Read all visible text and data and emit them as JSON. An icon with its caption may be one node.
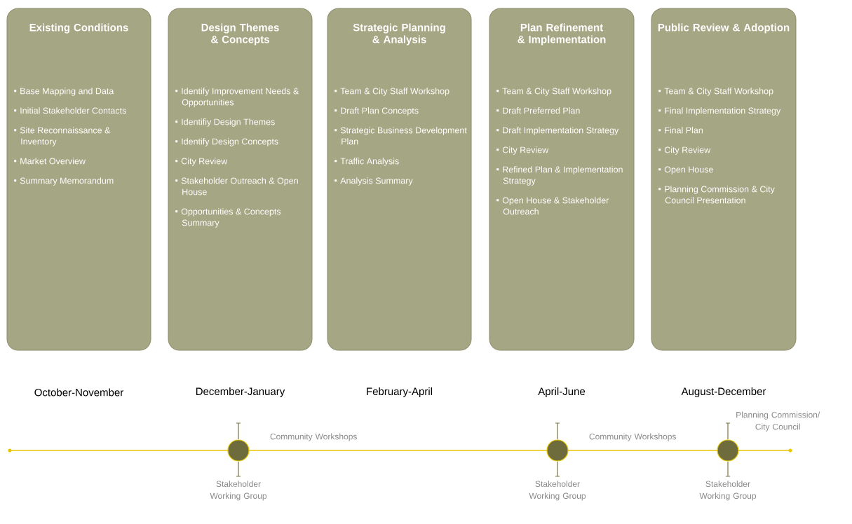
{
  "diagram": {
    "nodes": [
      {
        "text": [
          "Existing Conditions",
          "Base Mapping and Data",
          "Initial Stakeholder Contacts",
          "Site Reconnaissance & Inventory",
          "Market Overview",
          "Summary Memorandum"
        ],
        "beside": [
          "October-November"
        ]
      },
      {
        "text": [
          "Design Themes & Concepts",
          "Identify Improvement Needs & Opportunities",
          "Identifiy Design Themes",
          "Identify Design Concepts",
          "City Review",
          "Stakeholder Outreach & Open House",
          "Opportunities & Concepts Summary"
        ],
        "beside": [
          "December-January"
        ]
      },
      {
        "text": [
          "Strategic Planning & Analysis",
          "Team & City Staff Workshop",
          "Draft Plan Concepts",
          "Strategic Business Development Plan",
          "Traffic Analysis",
          "Analysis Summary"
        ],
        "beside": [
          "February-April"
        ]
      },
      {
        "text": [
          "Plan Refinement & Implementation",
          "Team & City Staff Workshop",
          "Draft Preferred Plan",
          "Draft Implementation Strategy",
          "City Review",
          "Refined Plan & Implementation Strategy",
          "Open House & Stakeholder Outreach"
        ],
        "beside": [
          "April-June"
        ]
      },
      {
        "text": [
          "Public Review & Adoption",
          "Team & City Staff Workshop",
          "Final Implementation Strategy",
          "Final Plan",
          "City Review",
          "Open House",
          "Planning Commission & City Council Presentation"
        ],
        "beside": [
          "August-December"
        ]
      },
      {
        "text": [],
        "shape": "circle",
        "beside": [
          "Community Workshops",
          "Stakeholder Working Group"
        ]
      },
      {
        "text": [],
        "shape": "circle",
        "beside": [
          "Community Workshops",
          "Stakeholder Working Group"
        ]
      },
      {
        "text": [],
        "shape": "circle",
        "beside": [
          "Planning Commission/ City Council",
          "Stakeholder Working Group"
        ]
      }
    ]
  }
}
